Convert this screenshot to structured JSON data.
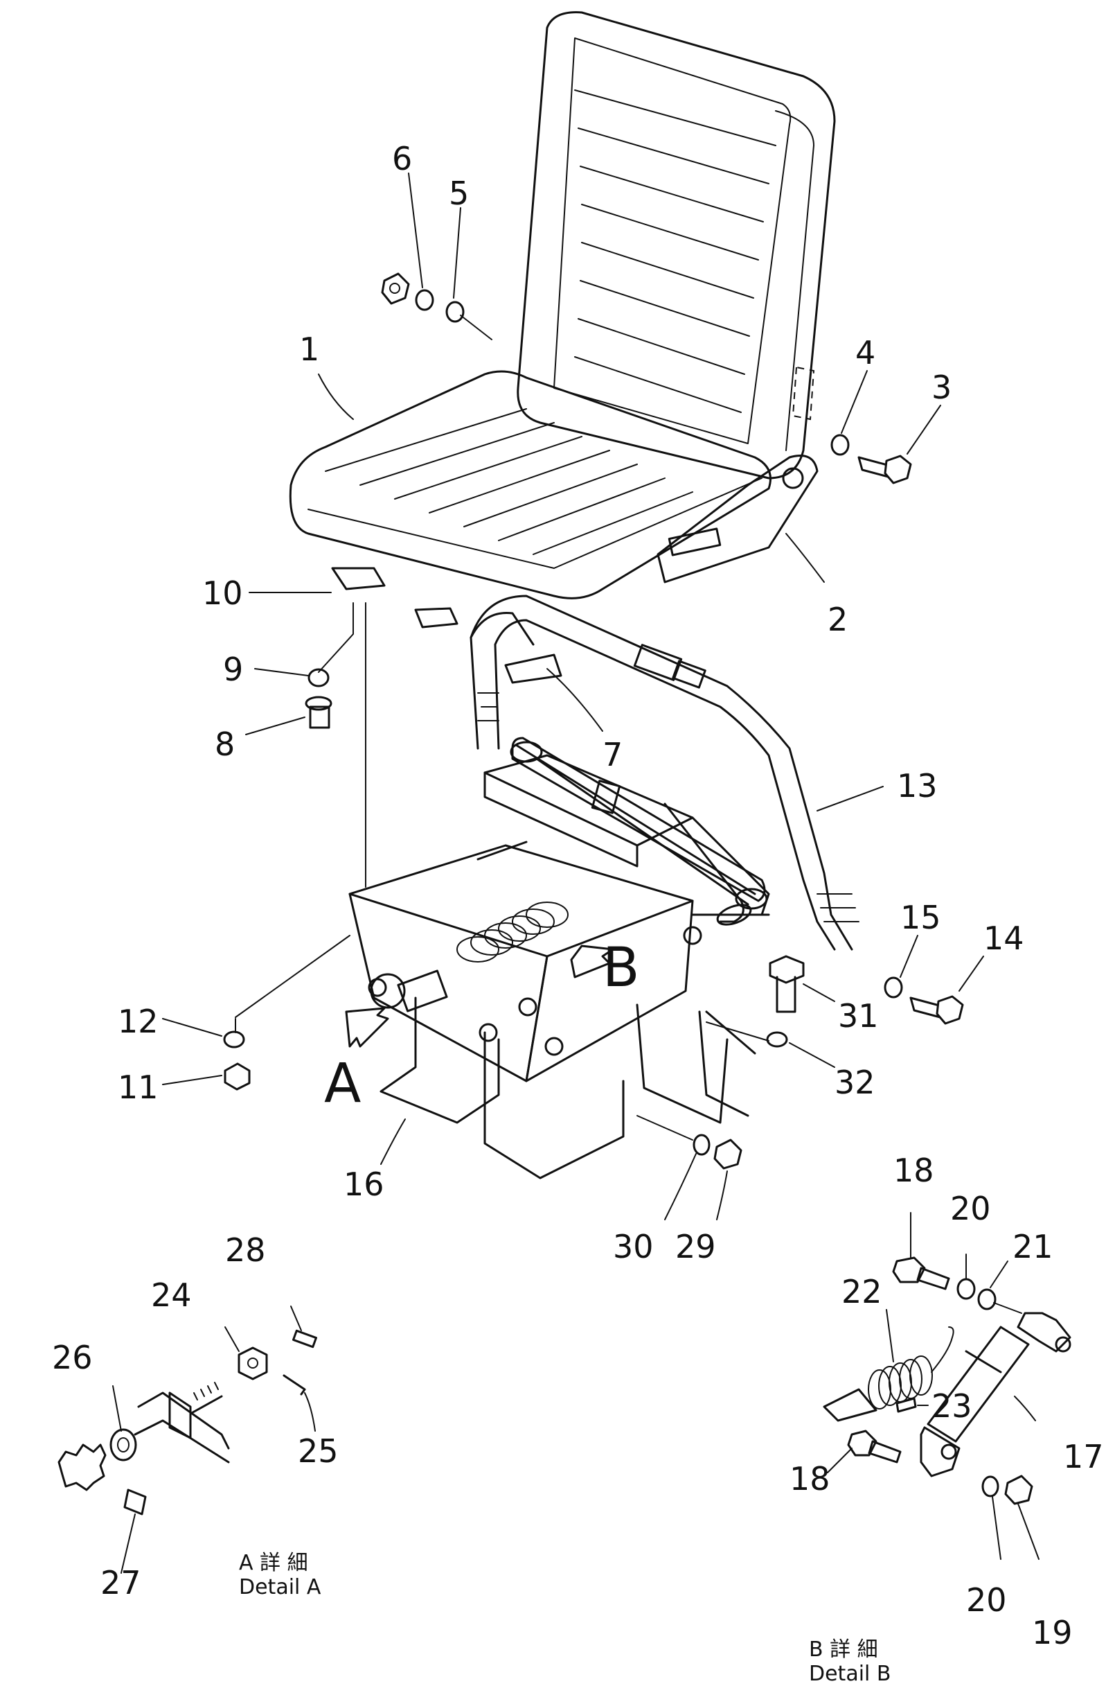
{
  "labels": {
    "p1": "1",
    "p2": "2",
    "p3": "3",
    "p4": "4",
    "p5": "5",
    "p6": "6",
    "p7": "7",
    "p8": "8",
    "p9": "9",
    "p10": "10",
    "p11": "11",
    "p12": "12",
    "p13": "13",
    "p14": "14",
    "p15": "15",
    "p16": "16",
    "p17": "17",
    "p18a": "18",
    "p18b": "18",
    "p19": "19",
    "p20a": "20",
    "p20b": "20",
    "p21": "21",
    "p22": "22",
    "p23": "23",
    "p24": "24",
    "p25": "25",
    "p26": "26",
    "p27": "27",
    "p28": "28",
    "p29": "29",
    "p30": "30",
    "p31": "31",
    "p32": "32"
  },
  "views": {
    "arrow_a": "A",
    "arrow_b": "B",
    "detail_a_jp": "A 詳 細",
    "detail_a_en": "Detail A",
    "detail_b_jp": "B 詳 細",
    "detail_b_en": "Detail B"
  }
}
